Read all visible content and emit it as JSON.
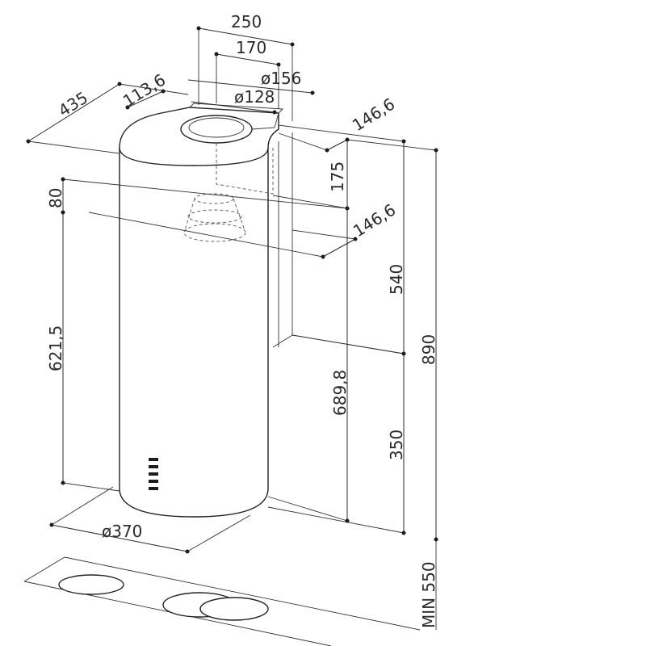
{
  "dimensions": {
    "width_top": "250",
    "width_chimney": "170",
    "dia_outer_vent": "ø156",
    "dia_inner_vent": "ø128",
    "depth_total": "435",
    "offset_front": "113,6",
    "offset_side_top": "146,6",
    "chimney_top_height": "175",
    "offset_side_mid": "146,6",
    "vent_height": "80",
    "body_height": "621,5",
    "chimney_height": "540",
    "height_to_ceiling": "689,8",
    "total_height": "890",
    "lower_height": "350",
    "diameter": "ø370",
    "min_height": "MIN 550"
  }
}
